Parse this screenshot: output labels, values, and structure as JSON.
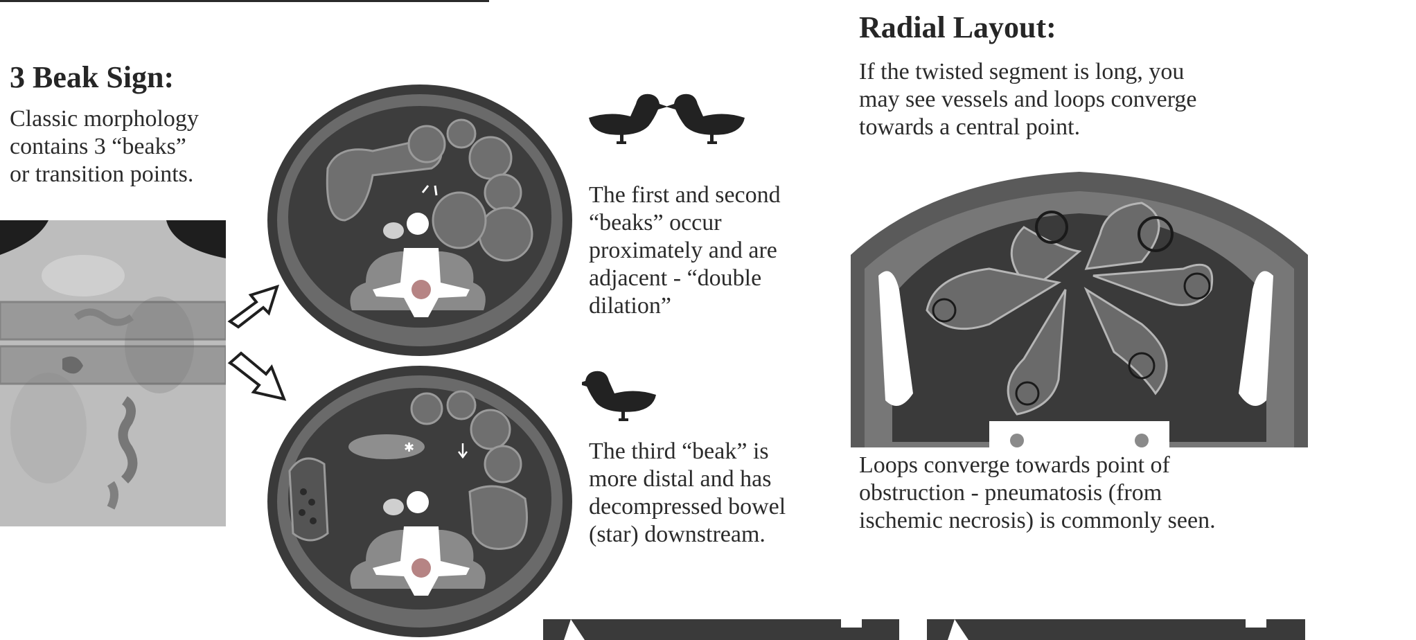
{
  "colors": {
    "ink": "#262626",
    "scan_bg": "#3a3a3a",
    "fat": "#5f5f5f",
    "bowel": "#6f6f6f",
    "bone": "#ffffff"
  },
  "left": {
    "heading": "3 Beak Sign:",
    "intro_lines": [
      "Classic morphology",
      "contains 3 “beaks”",
      "or transition points."
    ]
  },
  "middle": {
    "first_pair_lines": [
      "The first and second",
      "“beaks” occur",
      "proximately and are",
      "adjacent - “double",
      "dilation”"
    ],
    "third_lines": [
      "The third “beak” is",
      "more distal and has",
      "decompressed bowel",
      "(star) downstream."
    ]
  },
  "right": {
    "heading": "Radial Layout:",
    "intro_lines": [
      "If the twisted segment is long, you",
      "may see vessels and loops converge",
      "towards a central point."
    ],
    "caption_lines": [
      "Loops converge towards point of",
      "obstruction -  pneumatosis (from",
      "ischemic necrosis) is commonly seen."
    ]
  }
}
